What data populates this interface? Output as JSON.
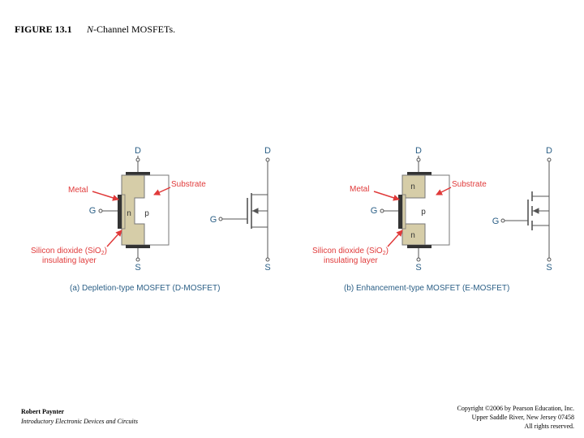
{
  "figure": {
    "number": "FIGURE 13.1",
    "caption_italic": "N",
    "caption_rest": "-Channel MOSFETs."
  },
  "footer": {
    "author": "Robert Paynter",
    "book": "Introductory Electronic Devices and Circuits",
    "copyright_lines": [
      "Copyright ©2006 by Pearson Education, Inc.",
      "Upper Saddle River, New Jersey 07458",
      "All rights reserved."
    ]
  },
  "diagram_a": {
    "drain": "D",
    "gate": "G",
    "source": "S",
    "n_region": "n",
    "p_region": "p",
    "metal_label": "Metal",
    "substrate_label": "Substrate",
    "oxide_label_line1": "Silicon dioxide (SiO",
    "oxide_label_sub": "2",
    "oxide_label_line1_end": ")",
    "oxide_label_line2": "insulating layer",
    "symbol_drain": "D",
    "symbol_gate": "G",
    "symbol_source": "S",
    "caption": "(a)  Depletion-type MOSFET (D-MOSFET)"
  },
  "diagram_b": {
    "drain": "D",
    "gate": "G",
    "source": "S",
    "n_top": "n",
    "n_bottom": "n",
    "p_region": "p",
    "metal_label": "Metal",
    "substrate_label": "Substrate",
    "oxide_label_line1": "Silicon dioxide (SiO",
    "oxide_label_sub": "2",
    "oxide_label_line1_end": ")",
    "oxide_label_line2": "insulating layer",
    "symbol_drain": "D",
    "symbol_gate": "G",
    "symbol_source": "S",
    "caption": "(b)  Enhancement-type MOSFET (E-MOSFET)"
  },
  "colors": {
    "terminal_text": "#2b5f86",
    "label_text": "#e03a3a",
    "arrow": "#e03a3a",
    "n_region": "#d6cda8",
    "line": "#555555",
    "metal": "#333333"
  }
}
